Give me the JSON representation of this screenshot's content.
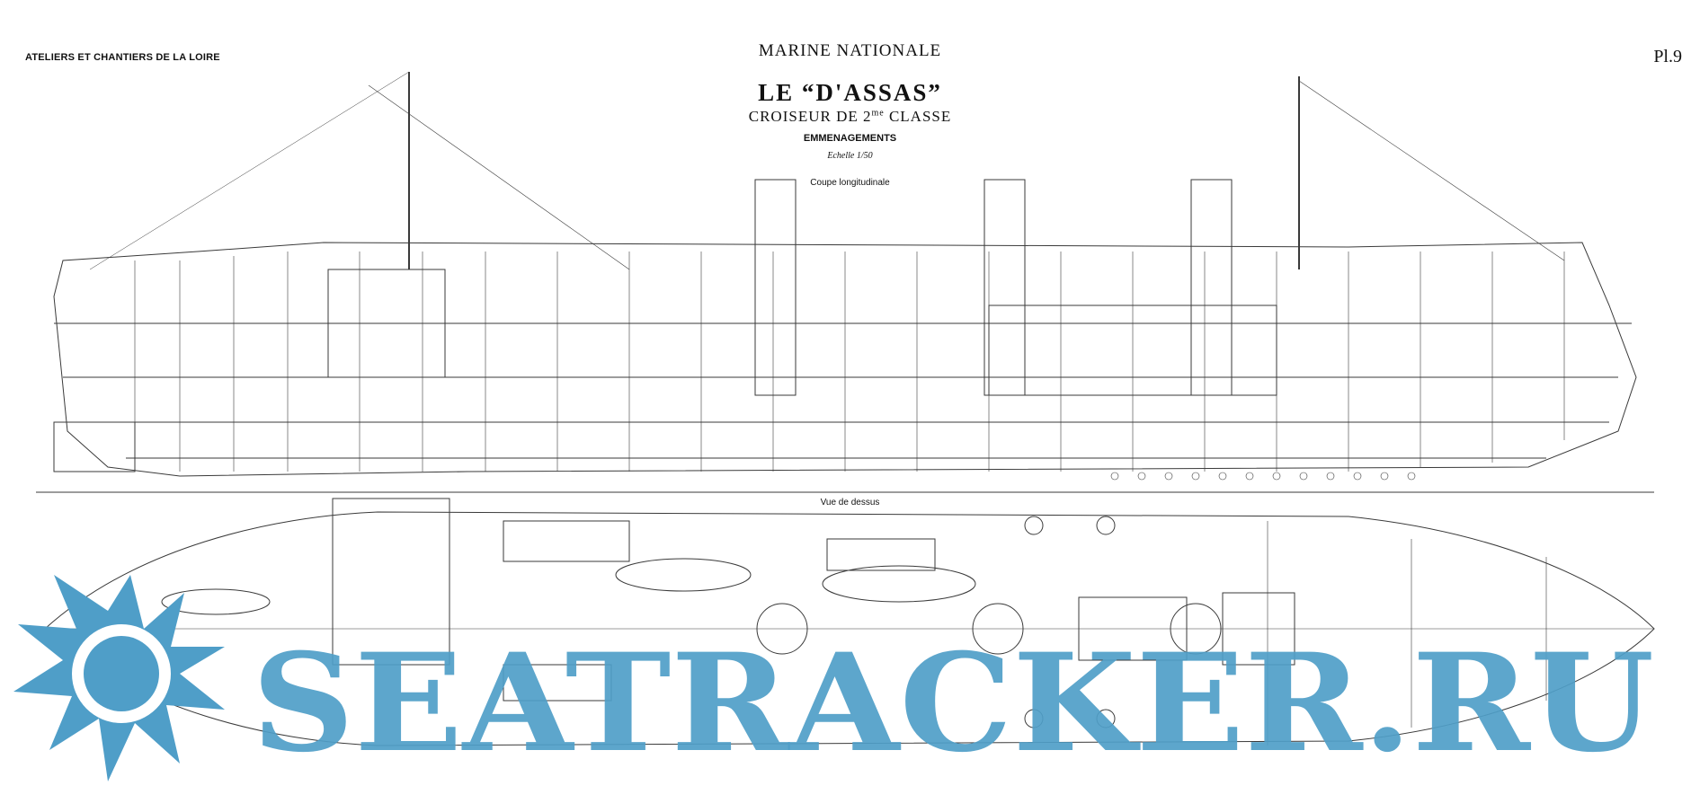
{
  "header": {
    "builder": "ATELIERS ET CHANTIERS DE LA LOIRE",
    "navy": "MARINE NATIONALE",
    "ship": "LE “D'ASSAS”",
    "class_text": "CROISEUR DE 2",
    "class_sup": "me",
    "class_suffix": " CLASSE",
    "subject": "EMMENAGEMENTS",
    "scale": "Echelle 1/50",
    "plate": "Pl.9"
  },
  "views": {
    "longitudinal": "Coupe longitudinale",
    "plan": "Vue de dessus"
  },
  "watermark": {
    "text": "SEATRACKER.RU",
    "color": "#4f9ec8"
  },
  "line_color": "#3a3a3a"
}
